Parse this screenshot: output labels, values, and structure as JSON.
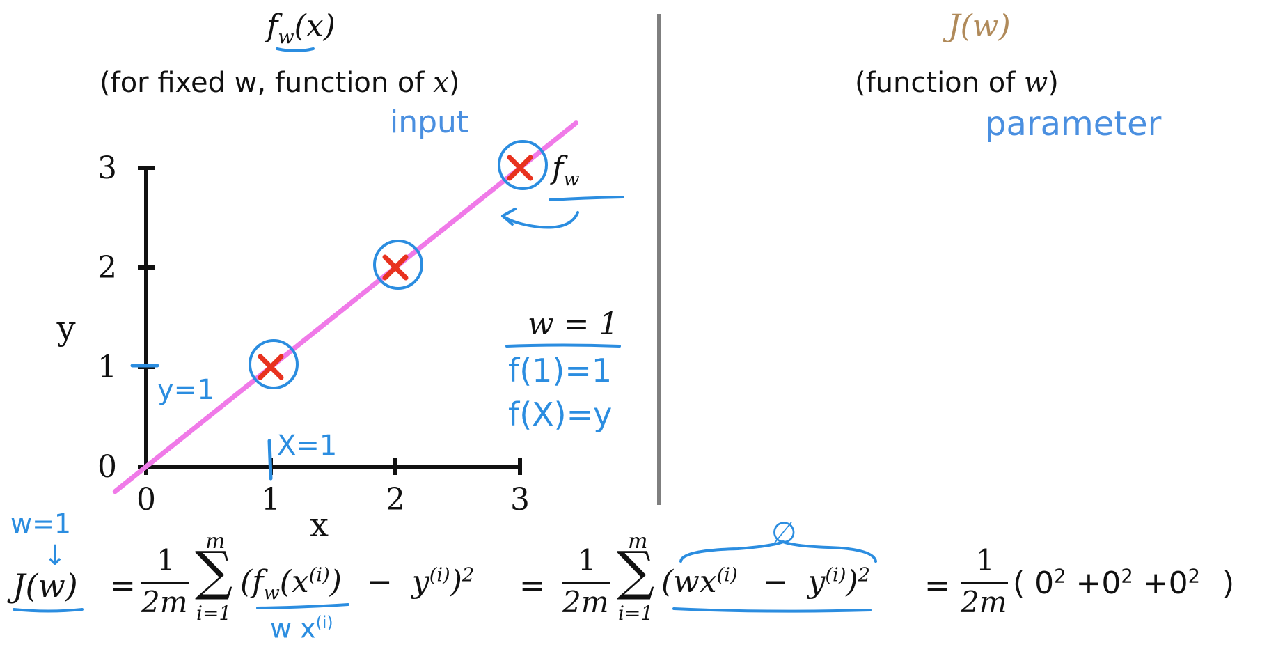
{
  "left_panel": {
    "title": "f_w(x)",
    "title_main": "f",
    "title_sub": "w",
    "title_arg": "(x)",
    "subtitle_prefix": "(for fixed w, function of ",
    "subtitle_var": "x",
    "subtitle_suffix": ")",
    "input_note": "input"
  },
  "right_panel": {
    "title": "J(w)",
    "subtitle_prefix": "(function of ",
    "subtitle_var": "w",
    "subtitle_suffix": ")",
    "parameter_note": "parameter"
  },
  "chart_data": {
    "type": "scatter",
    "x": [
      1,
      2,
      3
    ],
    "y": [
      1,
      2,
      3
    ],
    "xlabel": "x",
    "ylabel": "y",
    "xlim": [
      0,
      3
    ],
    "ylim": [
      0,
      3
    ],
    "x_ticks": [
      "0",
      "1",
      "2",
      "3"
    ],
    "y_ticks": [
      "0",
      "1",
      "2",
      "3"
    ],
    "fit_line": {
      "slope": 1,
      "intercept": 0,
      "label": "f_w"
    },
    "line_label_main": "f",
    "line_label_sub": "w",
    "marker_color": "#e8321f",
    "line_color": "#f07ae8",
    "annotation_color": "#2b8de0"
  },
  "annotations": {
    "w_equals": "w = 1",
    "f_one": "f(1)=1",
    "f_x": "f(X)=y",
    "y_eq_1": "y=1",
    "x_eq_1": "X=1",
    "w_eq_1_left": "w=1",
    "arrow_down": "↓",
    "wxi": "w x",
    "wxi_sup": "(i)",
    "null_symbol": "∅"
  },
  "formula": {
    "lhs": "J(w)",
    "eq": "=",
    "frac_num": "1",
    "frac_den": "2m",
    "sum_top": "m",
    "sum_sym": "∑",
    "sum_bottom": "i=1",
    "term1_open": "(f",
    "term1_sub": "w",
    "term1_arg_open": "(x",
    "term1_arg_sup": "(i)",
    "term1_arg_close": ")",
    "minus": "−",
    "y_var": "y",
    "y_sup": "(i)",
    "close_sq": ")",
    "sq": "2",
    "term2_open": "(wx",
    "term2_x_sup": "(i)",
    "result_open": "(",
    "zero_sq_1": "0",
    "plus": "+",
    "zero_sq_2": "0",
    "zero_sq_3": "0",
    "result_close": ")"
  }
}
